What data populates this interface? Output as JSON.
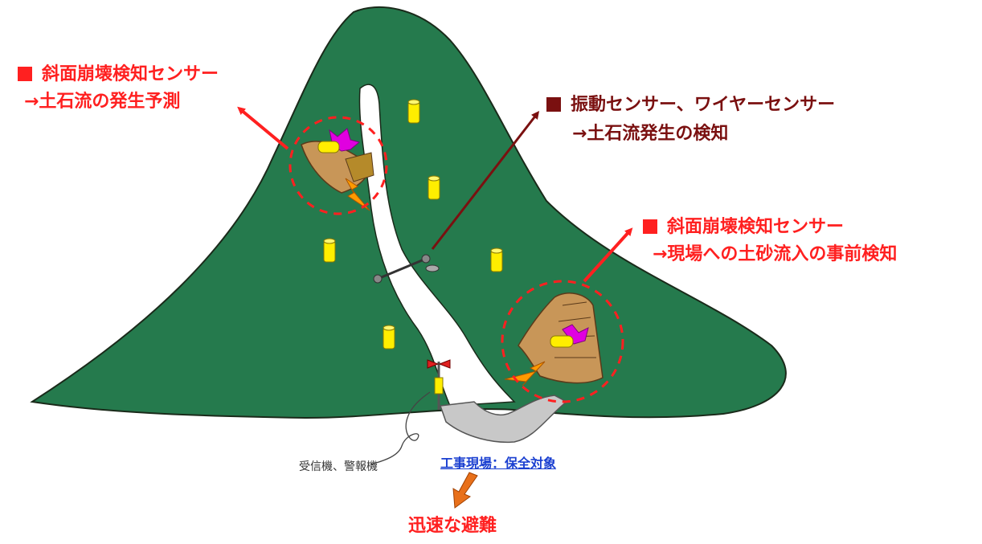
{
  "labels": {
    "top_left": {
      "title": "斜面崩壊検知センサー",
      "sub": "→土石流の発生予測"
    },
    "top_right": {
      "title": "振動センサー、ワイヤーセンサー",
      "sub": "→土石流発生の検知"
    },
    "mid_right": {
      "title": "斜面崩壊検知センサー",
      "sub": "→現場への土砂流入の事前検知"
    },
    "receiver": "受信機、警報機",
    "site": "工事現場：保全対象",
    "evacuation": "迅速な避難"
  },
  "colors": {
    "mountain": "#257a4d",
    "outline": "#1a2a1a",
    "red_text": "#ff2020",
    "dark_red": "#7a1010",
    "sensor_yellow": "#ffee00",
    "landslide_brown": "#c89658",
    "site_gray": "#c8c8c8",
    "arrow_orange": "#e8701a",
    "site_blue": "#1a3fd0"
  },
  "icons": [
    "mountain-slope",
    "sensor-post",
    "landslide-mass",
    "lightning-icon",
    "wire-sensor",
    "alarm-siren-icon",
    "construction-site"
  ]
}
